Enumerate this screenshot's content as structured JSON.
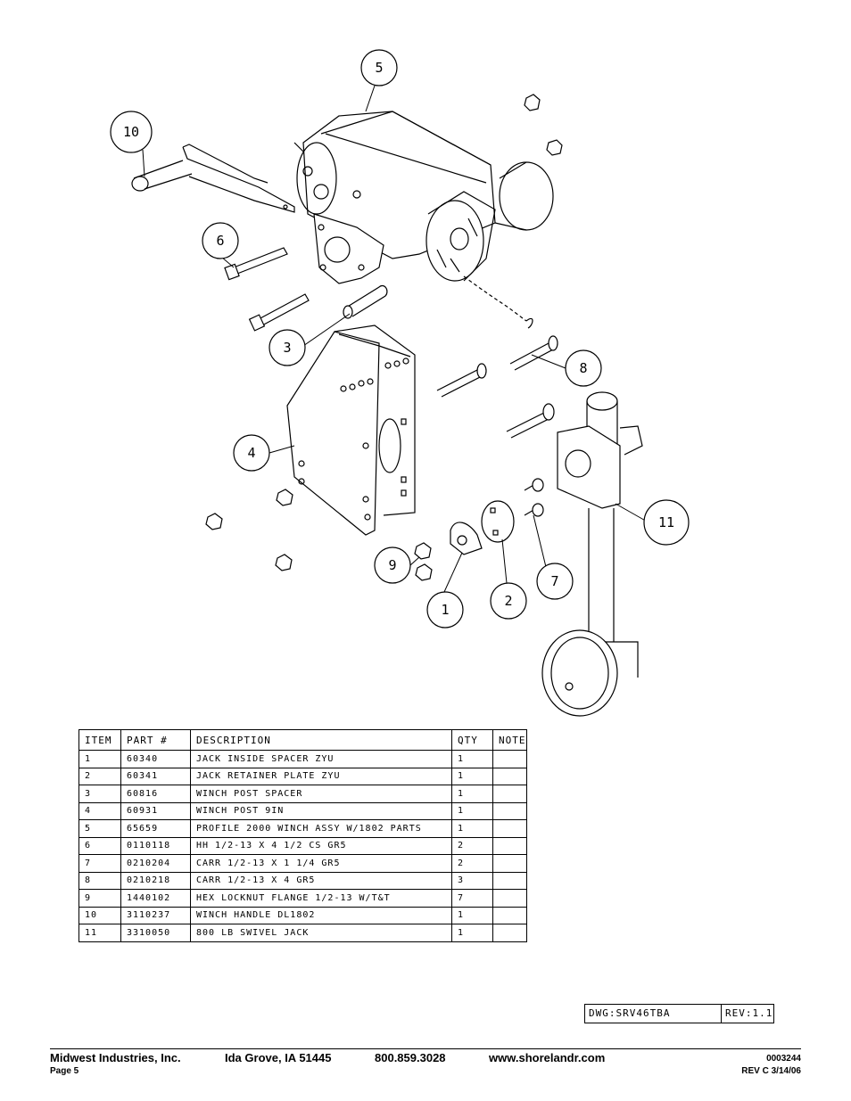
{
  "callouts": {
    "c1": "1",
    "c2": "2",
    "c3": "3",
    "c4": "4",
    "c5": "5",
    "c6": "6",
    "c7": "7",
    "c8": "8",
    "c9": "9",
    "c10": "10",
    "c11": "11"
  },
  "table": {
    "headers": {
      "item": "ITEM",
      "part": "PART #",
      "desc": "DESCRIPTION",
      "qty": "QTY",
      "note": "NOTE"
    },
    "rows": [
      {
        "item": "1",
        "part": "60340",
        "desc": "JACK INSIDE SPACER ZYU",
        "qty": "1",
        "note": ""
      },
      {
        "item": "2",
        "part": "60341",
        "desc": "JACK RETAINER PLATE ZYU",
        "qty": "1",
        "note": ""
      },
      {
        "item": "3",
        "part": "60816",
        "desc": "WINCH POST SPACER",
        "qty": "1",
        "note": ""
      },
      {
        "item": "4",
        "part": "60931",
        "desc": "WINCH POST 9IN",
        "qty": "1",
        "note": ""
      },
      {
        "item": "5",
        "part": "65659",
        "desc": "PROFILE 2000 WINCH ASSY W/1802 PARTS",
        "qty": "1",
        "note": ""
      },
      {
        "item": "6",
        "part": "0110118",
        "desc": "HH 1/2-13 X 4 1/2 CS GR5",
        "qty": "2",
        "note": ""
      },
      {
        "item": "7",
        "part": "0210204",
        "desc": "CARR 1/2-13 X 1 1/4 GR5",
        "qty": "2",
        "note": ""
      },
      {
        "item": "8",
        "part": "0210218",
        "desc": "CARR 1/2-13 X 4 GR5",
        "qty": "3",
        "note": ""
      },
      {
        "item": "9",
        "part": "1440102",
        "desc": "HEX LOCKNUT FLANGE 1/2-13 W/T&T",
        "qty": "7",
        "note": ""
      },
      {
        "item": "10",
        "part": "3110237",
        "desc": "WINCH HANDLE  DL1802",
        "qty": "1",
        "note": ""
      },
      {
        "item": "11",
        "part": "3310050",
        "desc": "800 LB SWIVEL JACK",
        "qty": "1",
        "note": ""
      }
    ]
  },
  "drawing": {
    "number": "DWG:SRV46TBA",
    "revision": "REV:1.1"
  },
  "footer": {
    "company": "Midwest Industries, Inc.",
    "city": "Ida Grove, IA  51445",
    "phone": "800.859.3028",
    "website": "www.shorelandr.com",
    "page": "Page 5",
    "doc_number": "0003244",
    "rev": "REV  C  3/14/06"
  }
}
